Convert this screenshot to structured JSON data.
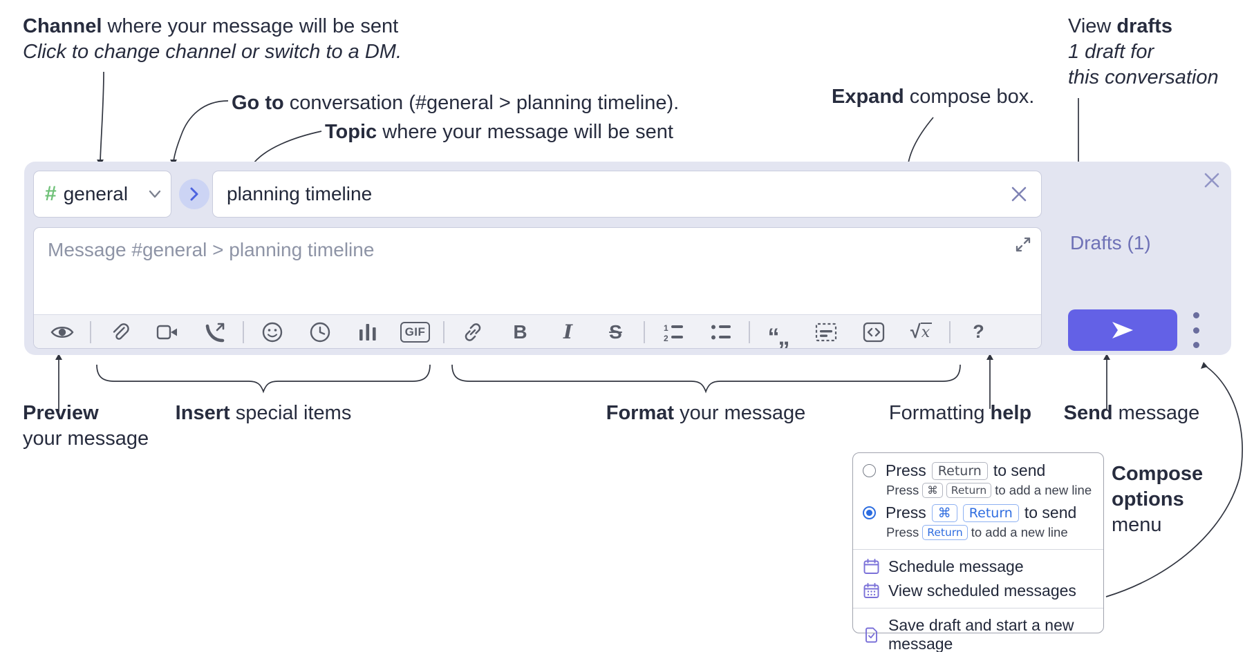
{
  "colors": {
    "container_bg": "#e3e5f1",
    "send_button_blue": "#6361e6",
    "hash_green": "#6fc178",
    "drafts_link_indigo": "#6e71b6",
    "selected_radio_blue": "#2b6ce0",
    "menu_icon_purple": "#7a70d8",
    "annotation_ink": "#272c3e"
  },
  "annotations": {
    "channel_line1_bold": "Channel",
    "channel_line1_rest": " where your message will be sent",
    "channel_line2": "Click to change channel or switch to a DM.",
    "goto_bold": "Go to",
    "goto_rest": " conversation (#general > planning timeline).",
    "topic_bold": "Topic",
    "topic_rest": " where your message will be sent",
    "drafts_line1_normal": "View ",
    "drafts_line1_bold": "drafts",
    "drafts_line2": "1 draft for",
    "drafts_line3": "this conversation",
    "expand_bold": "Expand",
    "expand_rest": " compose box.",
    "preview_bold": "Preview",
    "preview_line2": "your message",
    "insert_bold": "Insert",
    "insert_rest": " special items",
    "format_bold": "Format",
    "format_rest": " your message",
    "help_normal": "Formatting ",
    "help_bold": "help",
    "send_bold": "Send",
    "send_rest": " message",
    "compose_menu_line1": "Compose",
    "compose_menu_line2": "options",
    "compose_menu_line3": "menu"
  },
  "compose": {
    "channel_hash": "#",
    "channel_name": "general",
    "topic_value": "planning timeline",
    "message_placeholder": "Message #general > planning timeline",
    "drafts_link": "Drafts (1)",
    "toolbar": {
      "gif": "GIF",
      "bold": "B",
      "italic": "I",
      "strike": "S",
      "quote": "“„",
      "math_root": "√",
      "math_var": "x",
      "help": "?"
    }
  },
  "popup": {
    "option1": {
      "selected": false,
      "press": "Press",
      "key": "Return",
      "suffix": "to send",
      "sub_press": "Press",
      "sub_key1": "⌘",
      "sub_key2": "Return",
      "sub_suffix": "to add a new line"
    },
    "option2": {
      "selected": true,
      "press": "Press",
      "key1": "⌘",
      "key2": "Return",
      "suffix": "to send",
      "sub_press": "Press",
      "sub_key": "Return",
      "sub_suffix": "to add a new line"
    },
    "schedule": "Schedule message",
    "view_scheduled": "View scheduled messages",
    "save_draft": "Save draft and start a new message"
  }
}
